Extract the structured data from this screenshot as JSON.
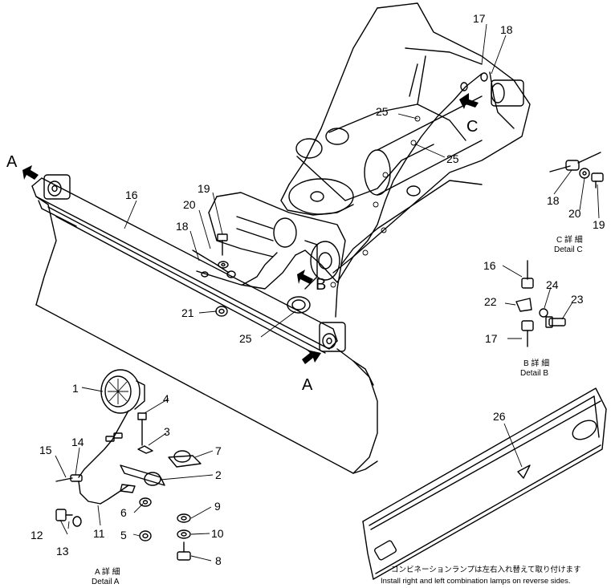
{
  "callouts": {
    "p1": "1",
    "p2": "2",
    "p3": "3",
    "p4": "4",
    "p5": "5",
    "p6": "6",
    "p7": "7",
    "p8": "8",
    "p9": "9",
    "p10": "10",
    "p11": "11",
    "p12": "12",
    "p13": "13",
    "p14": "14",
    "p15": "15",
    "p16": "16",
    "p17": "17",
    "p18": "18",
    "p19": "19",
    "p20": "20",
    "p21": "21",
    "p22": "22",
    "p23": "23",
    "p24": "24",
    "p25": "25",
    "p26": "26"
  },
  "view_letters": {
    "a": "A",
    "b": "B",
    "c": "C"
  },
  "details": {
    "a_jp": "A 詳 細",
    "a_en": "Detail A",
    "b_jp": "B 詳 細",
    "b_en": "Detail B",
    "c_jp": "C 詳 細",
    "c_en": "Detail C"
  },
  "notes": {
    "jp": "コンビネーションランプは左右入れ替えて取り付けます",
    "en": "Install right and left combination lamps on reverse sides."
  }
}
